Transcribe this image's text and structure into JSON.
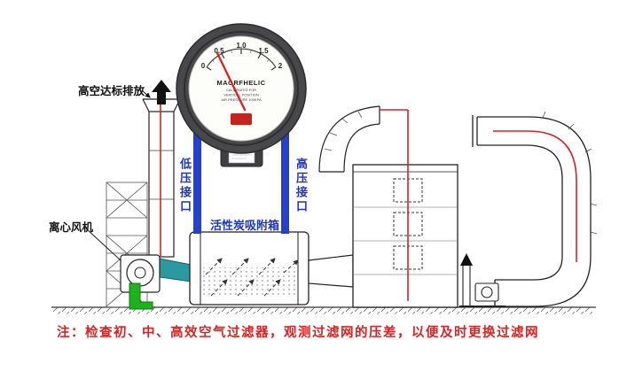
{
  "labels": {
    "emission": "高空达标排放",
    "fan": "离心风机",
    "low_pressure": "低压接口",
    "high_pressure": "高压接口",
    "carbon_box": "活性炭吸附箱"
  },
  "note": {
    "text": "注：检查初、中、高效空气过滤器，观测过滤网的压差，以便及时更换过滤网"
  },
  "gauge": {
    "brand": "MAGRFHELIC",
    "cal1": "CALIBRATED FOR",
    "cal2": "VERTICAL POSITION",
    "cal3": "AIR PRESSURE 100KPA",
    "ticks": [
      "0",
      "0.5",
      "1.0",
      "1.5",
      "2"
    ]
  },
  "colors": {
    "line_red": "#e02020",
    "tube_blue": "#2740c9",
    "label_blue": "#1d35c4",
    "duct_teal": "#2b9aa0",
    "stand_green": "#1db31d",
    "bezel_dark": "#48484a"
  }
}
